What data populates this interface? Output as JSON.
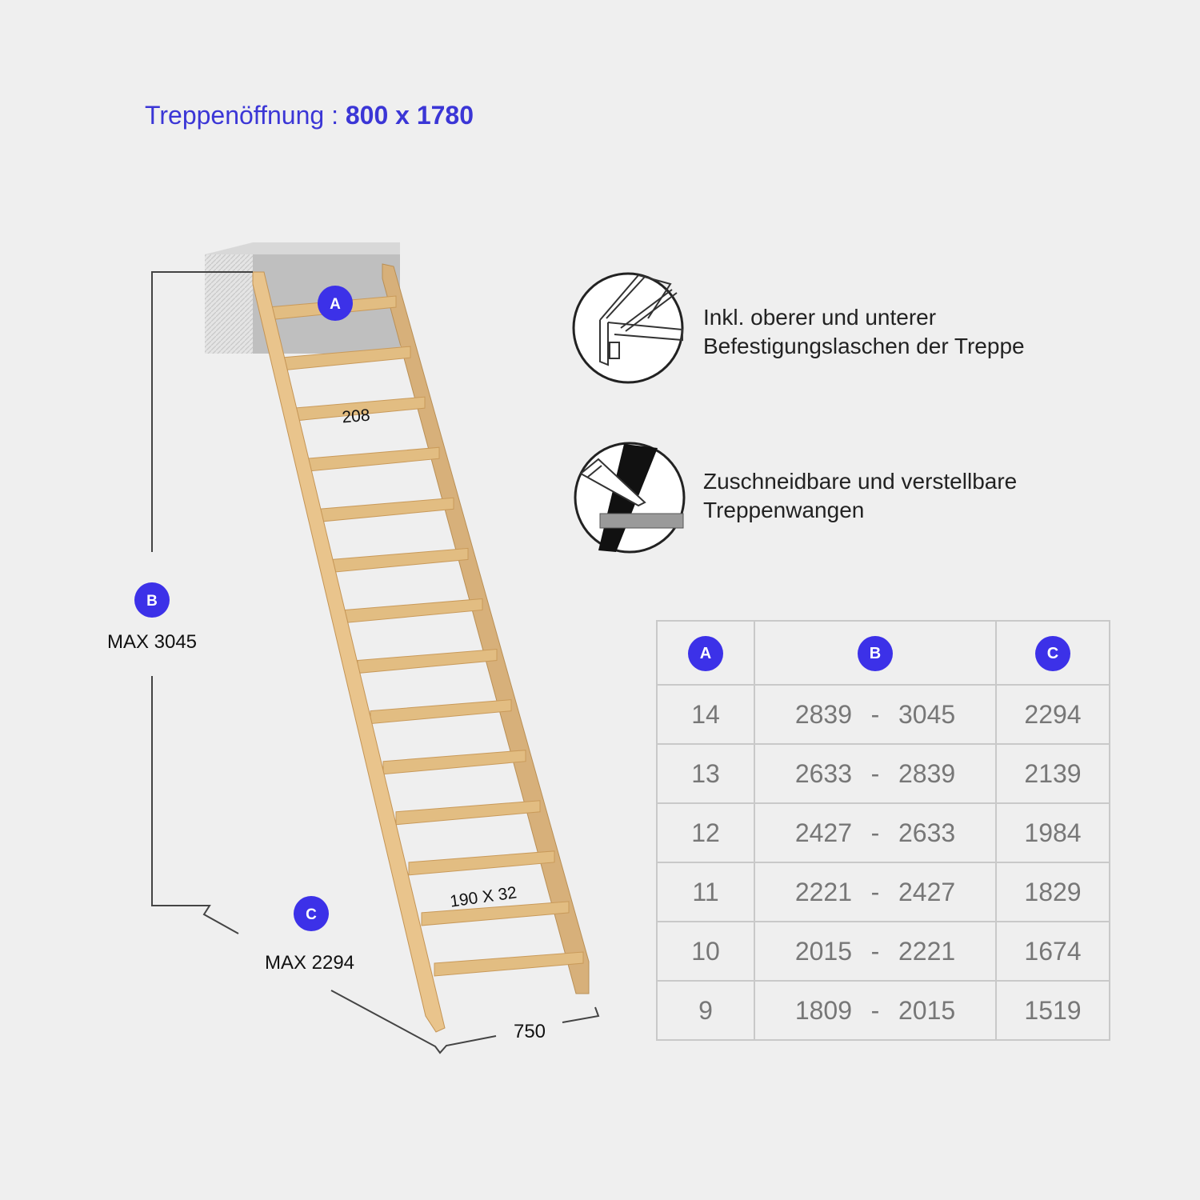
{
  "title": {
    "label": "Treppenöffnung :",
    "value": "800 x 1780"
  },
  "dimensions": {
    "a_label": "A",
    "b_label": "B",
    "c_label": "C",
    "b_max": "MAX 3045",
    "c_max": "MAX 2294",
    "step_gap": "208",
    "tread_size": "190 X 32",
    "width": "750"
  },
  "features": [
    {
      "line1": "Inkl. oberer und unterer",
      "line2": "Befestigungslaschen der Treppe"
    },
    {
      "line1": "Zuschneidbare und verstellbare",
      "line2": "Treppenwangen"
    }
  ],
  "table": {
    "headers": [
      "A",
      "B",
      "C"
    ],
    "separator": "-",
    "rows": [
      {
        "a": "14",
        "b_min": "2839",
        "b_max": "3045",
        "c": "2294"
      },
      {
        "a": "13",
        "b_min": "2633",
        "b_max": "2839",
        "c": "2139"
      },
      {
        "a": "12",
        "b_min": "2427",
        "b_max": "2633",
        "c": "1984"
      },
      {
        "a": "11",
        "b_min": "2221",
        "b_max": "2427",
        "c": "1829"
      },
      {
        "a": "10",
        "b_min": "2015",
        "b_max": "2221",
        "c": "1674"
      },
      {
        "a": "9",
        "b_min": "1809",
        "b_max": "2015",
        "c": "1519"
      }
    ]
  },
  "colors": {
    "accent": "#3c31e8",
    "wood": "#e2bd82",
    "wood_dark": "#c99a5a"
  }
}
